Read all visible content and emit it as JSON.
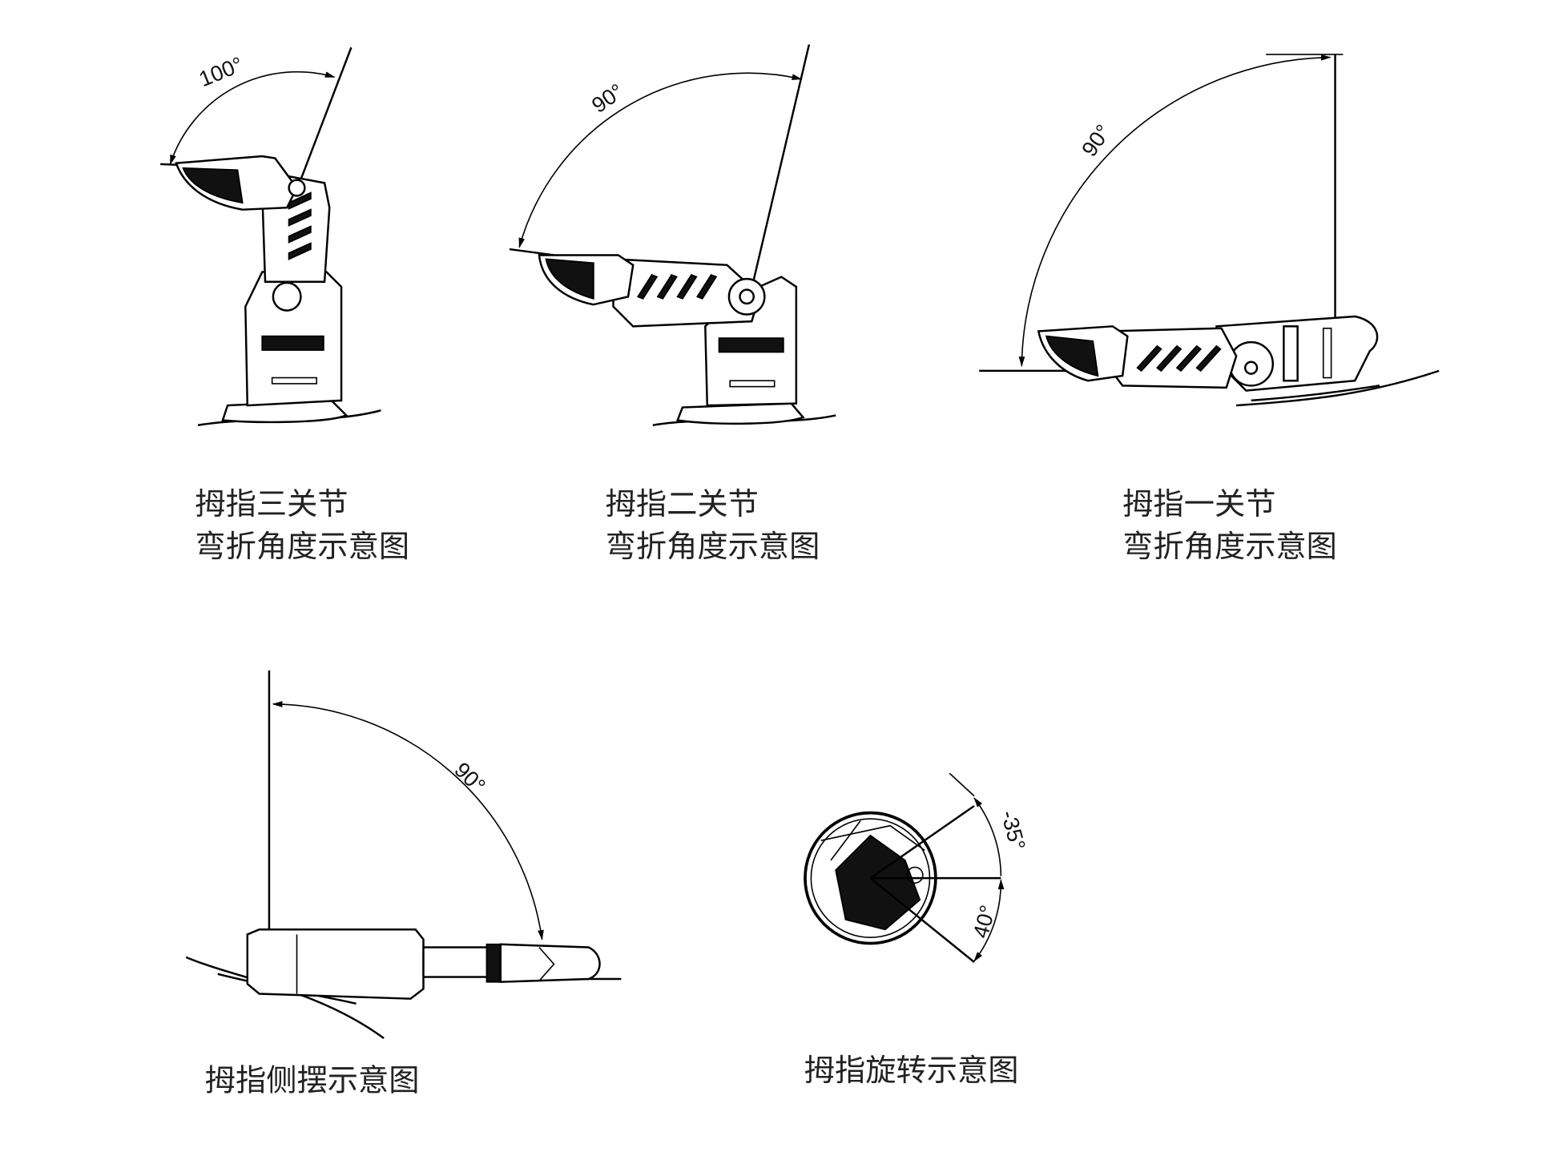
{
  "diagrams": [
    {
      "angle": "100°",
      "caption_line1": "拇指三关节",
      "caption_line2": "弯折角度示意图"
    },
    {
      "angle": "90°",
      "caption_line1": "拇指二关节",
      "caption_line2": "弯折角度示意图"
    },
    {
      "angle": "90°",
      "caption_line1": "拇指一关节",
      "caption_line2": "弯折角度示意图"
    },
    {
      "angle": "90°",
      "caption_line1": "拇指侧摆示意图"
    },
    {
      "angle_upper": "-35°",
      "angle_lower": "40°",
      "caption_line1": "拇指旋转示意图"
    }
  ]
}
